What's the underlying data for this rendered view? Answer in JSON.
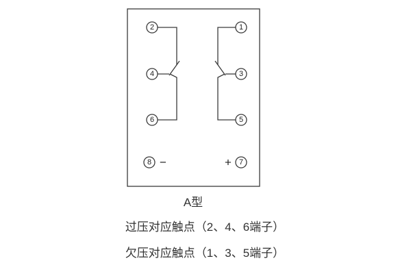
{
  "title": "A型",
  "notes": {
    "overvoltage": "过压对应触点（2、4、6端子）",
    "undervoltage": "欠压对应触点（1、3、5端子）"
  },
  "terminals": {
    "t1": "1",
    "t2": "2",
    "t3": "3",
    "t4": "4",
    "t5": "5",
    "t6": "6",
    "t7": "7",
    "t8": "8"
  },
  "polarity": {
    "minus": "−",
    "plus": "+"
  },
  "colors": {
    "line": "#3a3a3a",
    "text": "#333333",
    "background": "#ffffff"
  }
}
